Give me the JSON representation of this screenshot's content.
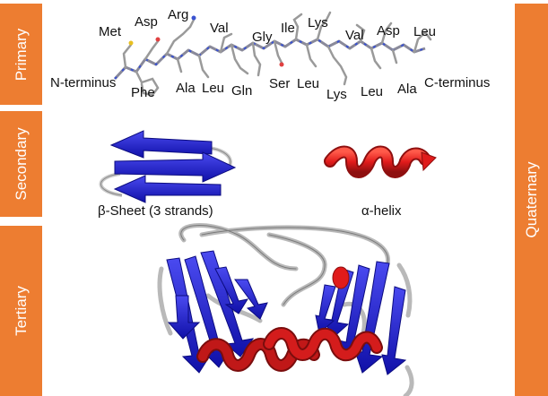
{
  "levels": {
    "primary": "Primary",
    "secondary": "Secondary",
    "tertiary": "Tertiary",
    "quaternary": "Quaternary"
  },
  "primary": {
    "n_terminus": "N-terminus",
    "c_terminus": "C-terminus",
    "residues_top": [
      "Met",
      "Asp",
      "Arg",
      "Val",
      "Gly",
      "Ile",
      "Lys",
      "Val",
      "Asp",
      "Leu"
    ],
    "residues_bottom": [
      "Phe",
      "Ala",
      "Leu",
      "Gln",
      "Ser",
      "Leu",
      "Lys",
      "Leu",
      "Ala"
    ]
  },
  "secondary": {
    "sheet_caption": "β-Sheet (3 strands)",
    "helix_caption": "α-helix"
  },
  "colors": {
    "tab": "#ed7d31",
    "strand": "#1f1fd0",
    "helix": "#e01b1b",
    "helix_dark": "#a81414",
    "coil": "#c8c8c8"
  }
}
